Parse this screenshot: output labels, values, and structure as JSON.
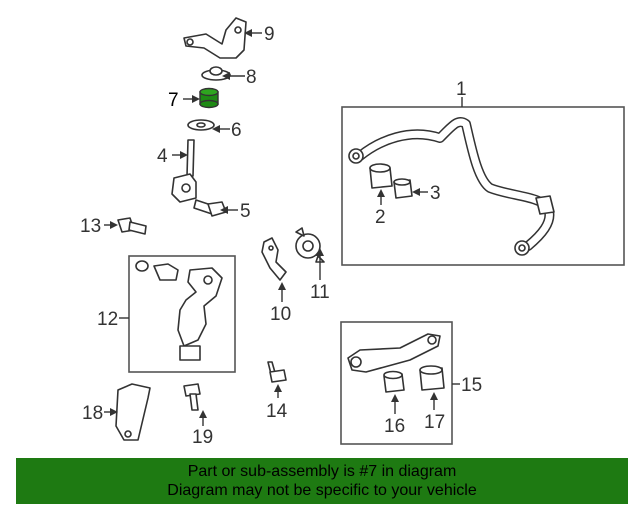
{
  "diagram": {
    "callouts": [
      "1",
      "2",
      "3",
      "4",
      "5",
      "6",
      "7",
      "8",
      "9",
      "10",
      "11",
      "12",
      "13",
      "14",
      "15",
      "16",
      "17",
      "18",
      "19"
    ],
    "highlight_part": "7",
    "highlight_color": "#1e8a14"
  },
  "banner": {
    "line1": "Part or sub-assembly is #7 in diagram",
    "line2": "Diagram may not be specific to your vehicle",
    "background": "#1e7a12"
  }
}
